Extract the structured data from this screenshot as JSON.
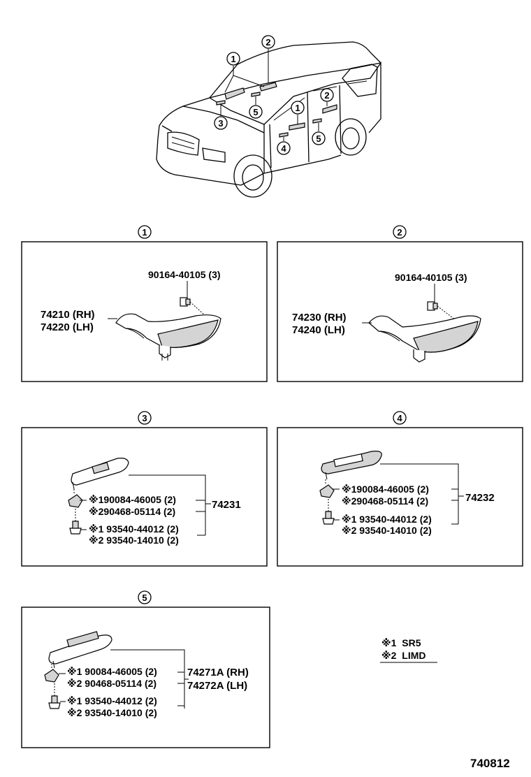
{
  "overview": {
    "callouts": [
      {
        "num": "1"
      },
      {
        "num": "2"
      },
      {
        "num": "3"
      },
      {
        "num": "5"
      },
      {
        "num": "1"
      },
      {
        "num": "2"
      },
      {
        "num": "4"
      },
      {
        "num": "5"
      }
    ]
  },
  "sections": [
    {
      "num": "1",
      "bolt": "90164-40105 (3)",
      "parts": [
        "74210 (RH)",
        "74220 (LH)"
      ]
    },
    {
      "num": "2",
      "bolt": "90164-40105 (3)",
      "parts": [
        "74230 (RH)",
        "74240 (LH)"
      ]
    },
    {
      "num": "3",
      "assembly": "74231",
      "rows": [
        {
          "mark": "※1",
          "text": "90084-46005 (2)"
        },
        {
          "mark": "※2",
          "text": "90468-05114 (2)"
        },
        {
          "mark": "※1",
          "text": "93540-44012 (2)"
        },
        {
          "mark": "※2",
          "text": "93540-14010 (2)"
        }
      ]
    },
    {
      "num": "4",
      "assembly": "74232",
      "rows": [
        {
          "mark": "※1",
          "text": "90084-46005 (2)"
        },
        {
          "mark": "※2",
          "text": "90468-05114 (2)"
        },
        {
          "mark": "※1",
          "text": "93540-44012 (2)"
        },
        {
          "mark": "※2",
          "text": "93540-14010 (2)"
        }
      ]
    },
    {
      "num": "5",
      "assembly": [
        "74271A (RH)",
        "74272A (LH)"
      ],
      "rows": [
        {
          "mark": "※1",
          "text": "90084-46005 (2)"
        },
        {
          "mark": "※2",
          "text": "90468-05114 (2)"
        },
        {
          "mark": "※1",
          "text": "93540-44012 (2)"
        },
        {
          "mark": "※2",
          "text": "93540-14010 (2)"
        }
      ]
    }
  ],
  "legend": [
    {
      "mark": "※1",
      "value": "SR5"
    },
    {
      "mark": "※2",
      "value": "LIMD"
    }
  ],
  "diagram_id": "740812"
}
